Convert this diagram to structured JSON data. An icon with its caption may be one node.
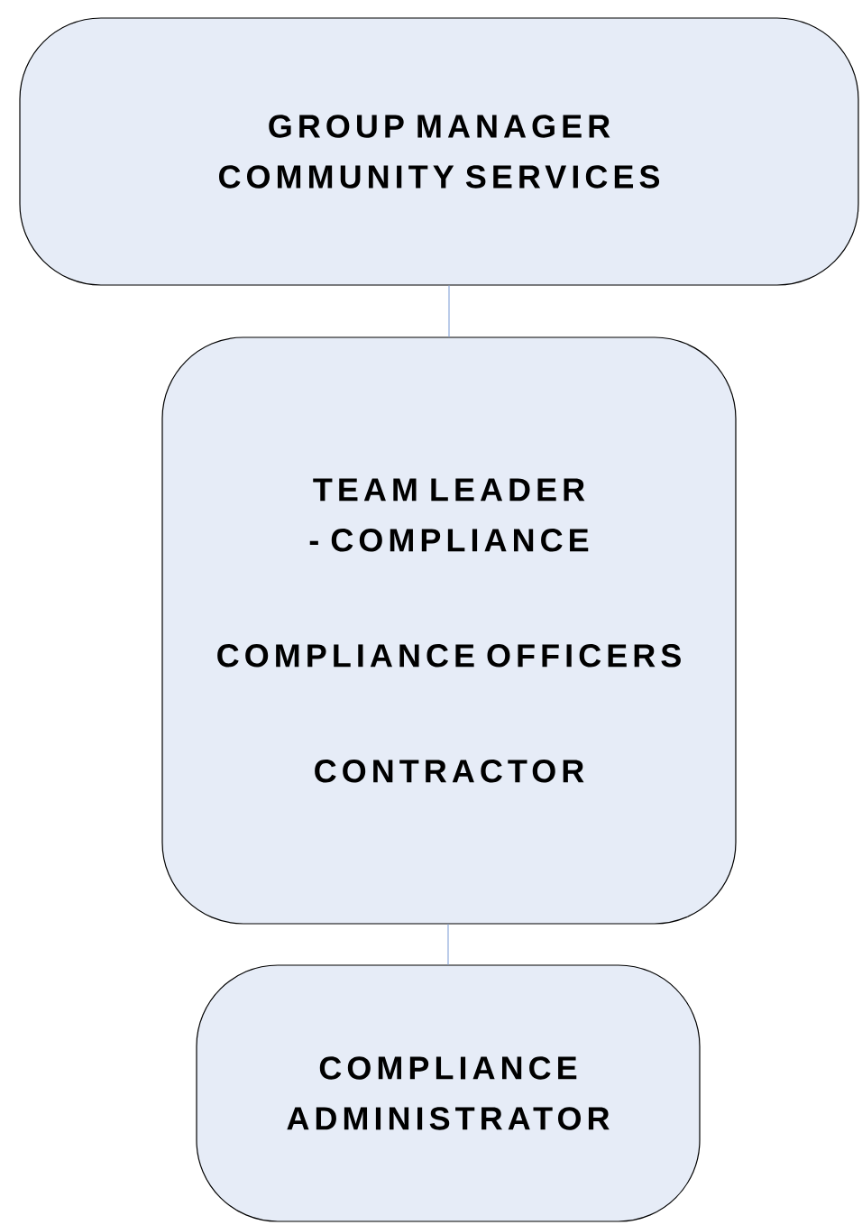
{
  "diagram": {
    "nodes": [
      {
        "text": [
          "GROUP MANAGER COMMUNITY SERVICES"
        ]
      },
      {
        "text": [
          "TEAM LEADER - COMPLIANCE",
          "COMPLIANCE OFFICERS",
          "CONTRACTOR"
        ]
      },
      {
        "text": [
          "COMPLIANCE ADMINISTRATOR"
        ]
      }
    ],
    "edges": [
      {
        "from": 0,
        "to": 1,
        "arrow": "none"
      },
      {
        "from": 1,
        "to": 2,
        "arrow": "none"
      }
    ]
  }
}
